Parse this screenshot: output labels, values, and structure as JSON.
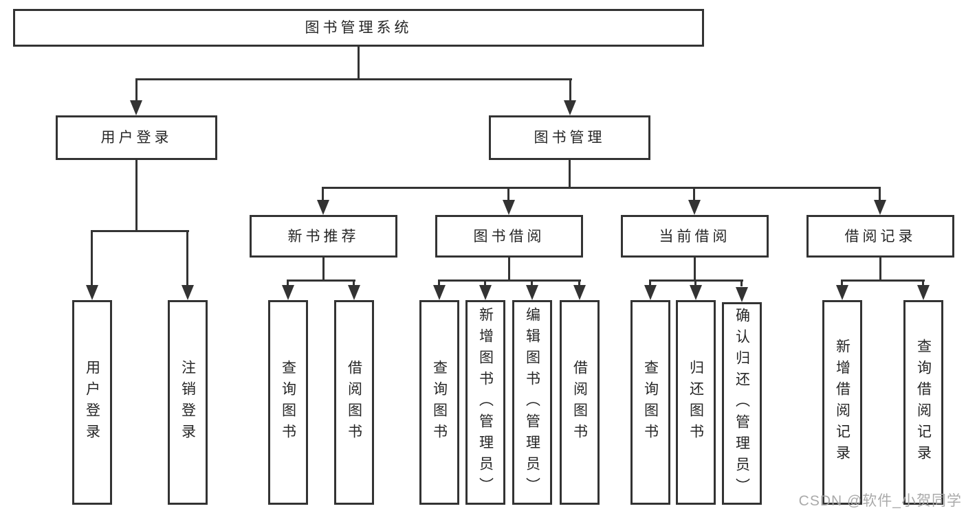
{
  "diagram": {
    "root": {
      "label": "图书管理系统"
    },
    "level2": {
      "user_login": {
        "label": "用户登录"
      },
      "book_management": {
        "label": "图书管理"
      }
    },
    "level3": {
      "new_book_recommend": {
        "label": "新书推荐"
      },
      "book_borrow": {
        "label": "图书借阅"
      },
      "current_borrow": {
        "label": "当前借阅"
      },
      "borrow_records": {
        "label": "借阅记录"
      }
    },
    "leaves": {
      "user_login": {
        "label": "用户登录"
      },
      "logout": {
        "label": "注销登录"
      },
      "recommend_query_books": {
        "label": "查询图书"
      },
      "recommend_borrow_books": {
        "label": "借阅图书"
      },
      "borrow_query_books": {
        "label": "查询图书"
      },
      "borrow_add_books": {
        "label": "新增图书（管理员）"
      },
      "borrow_edit_books": {
        "label": "编辑图书（管理员）"
      },
      "borrow_lend_books": {
        "label": "借阅图书"
      },
      "current_query_books": {
        "label": "查询图书"
      },
      "current_return_books": {
        "label": "归还图书"
      },
      "current_confirm_return": {
        "label": "确认归还（管理员）"
      },
      "records_add_record": {
        "label": "新增借阅记录"
      },
      "records_query_record": {
        "label": "查询借阅记录"
      }
    },
    "watermark": "CSDN @软件_小贺同学",
    "colors": {
      "line": "#333333",
      "text": "#262626",
      "node_background": "#ffffff",
      "page_background": "#ffffff",
      "watermark": "#a5a5a5"
    }
  }
}
